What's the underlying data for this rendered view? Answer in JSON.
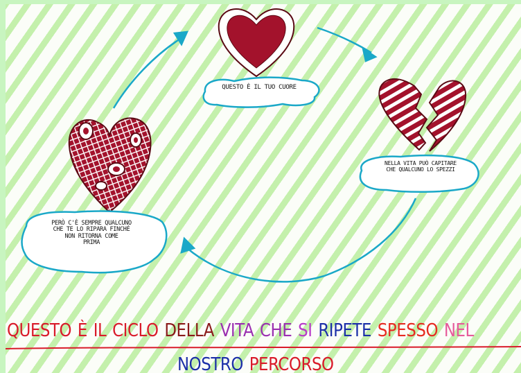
{
  "captions": {
    "top_heart": "QUESTO È IL TUO CUORE",
    "broken_heart": [
      "NELLA VITA PUÒ CAPITARE",
      "CHE QUALCUNO LO SPEZZI"
    ],
    "mended_heart": [
      "PERÒ C'È SEMPRE QUALCUNO",
      "CHE TE LO RIPARA FINCHÉ",
      "NON RITORNA COME",
      "PRIMA"
    ]
  },
  "footer": {
    "line1": [
      {
        "text": "QUESTO",
        "color": "#d91a2a"
      },
      {
        "text": "È",
        "color": "#d91a2a"
      },
      {
        "text": "IL",
        "color": "#d91a2a"
      },
      {
        "text": "CICLO",
        "color": "#d91a2a"
      },
      {
        "text": "DELLA",
        "color": "#8a1a1a"
      },
      {
        "text": "VITA",
        "color": "#9a2fb0"
      },
      {
        "text": "CHE",
        "color": "#9a2fb0"
      },
      {
        "text": "SI",
        "color": "#b83ac8"
      },
      {
        "text": "RIPETE",
        "color": "#1c2fa8"
      },
      {
        "text": "SPESSO",
        "color": "#e62a22"
      },
      {
        "text": "NEL",
        "color": "#e65a9a"
      }
    ],
    "line2": [
      {
        "text": "NOSTRO",
        "color": "#1c2fa8"
      },
      {
        "text": "PERCORSO",
        "color": "#d91a2a"
      }
    ]
  },
  "colors": {
    "heart_red": "#a3122c",
    "heart_outline": "#5a0a14",
    "arrow_blue": "#1aa8c8",
    "stripe_green": "#96e66e",
    "frame_green": "#c8f5c0"
  }
}
